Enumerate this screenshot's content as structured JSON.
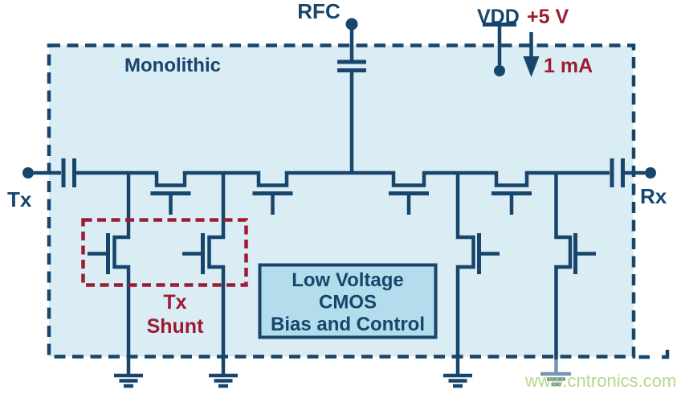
{
  "colors": {
    "navy": "#17456b",
    "red": "#9e1b32",
    "chip_fill": "#daecf4",
    "control_fill": "#b3dcec",
    "watermark_green": "#a3cf6a",
    "ground_faded": "#7495b5",
    "background": "#ffffff"
  },
  "schematic": {
    "boundary_label": "Monolithic",
    "ports": {
      "tx": "Tx",
      "rx": "Rx",
      "rfc": "RFC"
    },
    "supply": {
      "name": "VDD",
      "voltage": "+5 V",
      "current": "1 mA"
    },
    "tx_shunt": {
      "line1": "Tx",
      "line2": "Shunt"
    },
    "control_block": {
      "line1": "Low Voltage",
      "line2": "CMOS",
      "line3": "Bias and Control"
    }
  },
  "watermark": "www.cntronics.com"
}
